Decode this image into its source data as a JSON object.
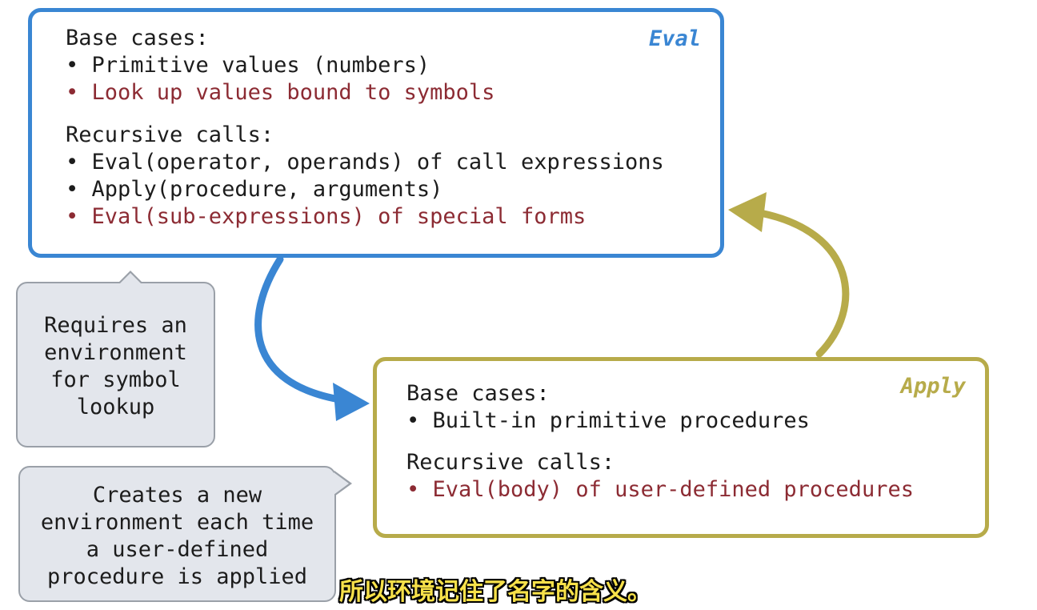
{
  "eval_box": {
    "tag": "Eval",
    "border_color": "#3a86d3",
    "lines": [
      {
        "text": "Base cases:",
        "special": false
      },
      {
        "text": "• Primitive values (numbers)",
        "special": false
      },
      {
        "text": "• Look up values bound to symbols",
        "special": true
      },
      {
        "text": "Recursive calls:",
        "special": false
      },
      {
        "text": "• Eval(operator, operands) of call expressions",
        "special": false
      },
      {
        "text": "• Apply(procedure, arguments)",
        "special": false
      },
      {
        "text": "• Eval(sub-expressions) of special forms",
        "special": true
      }
    ]
  },
  "apply_box": {
    "tag": "Apply",
    "border_color": "#b7ab4a",
    "lines": [
      {
        "text": "Base cases:",
        "special": false
      },
      {
        "text": "• Built-in primitive procedures",
        "special": false
      },
      {
        "text": "Recursive calls:",
        "special": false
      },
      {
        "text": "• Eval(body) of user-defined procedures",
        "special": true
      }
    ]
  },
  "callouts": {
    "env_lookup": [
      "Requires an",
      "environment",
      "for symbol",
      "lookup"
    ],
    "new_env": [
      "Creates a new",
      "environment each time",
      "a user-defined",
      "procedure is applied"
    ]
  },
  "subtitle": "所以环境记住了名字的含义。",
  "colors": {
    "eval_arrow": "#3a86d3",
    "apply_arrow": "#b7ab4a",
    "special_text": "#8c2b33",
    "callout_fill": "#e3e6ec",
    "subtitle_text": "#f7e14a"
  }
}
